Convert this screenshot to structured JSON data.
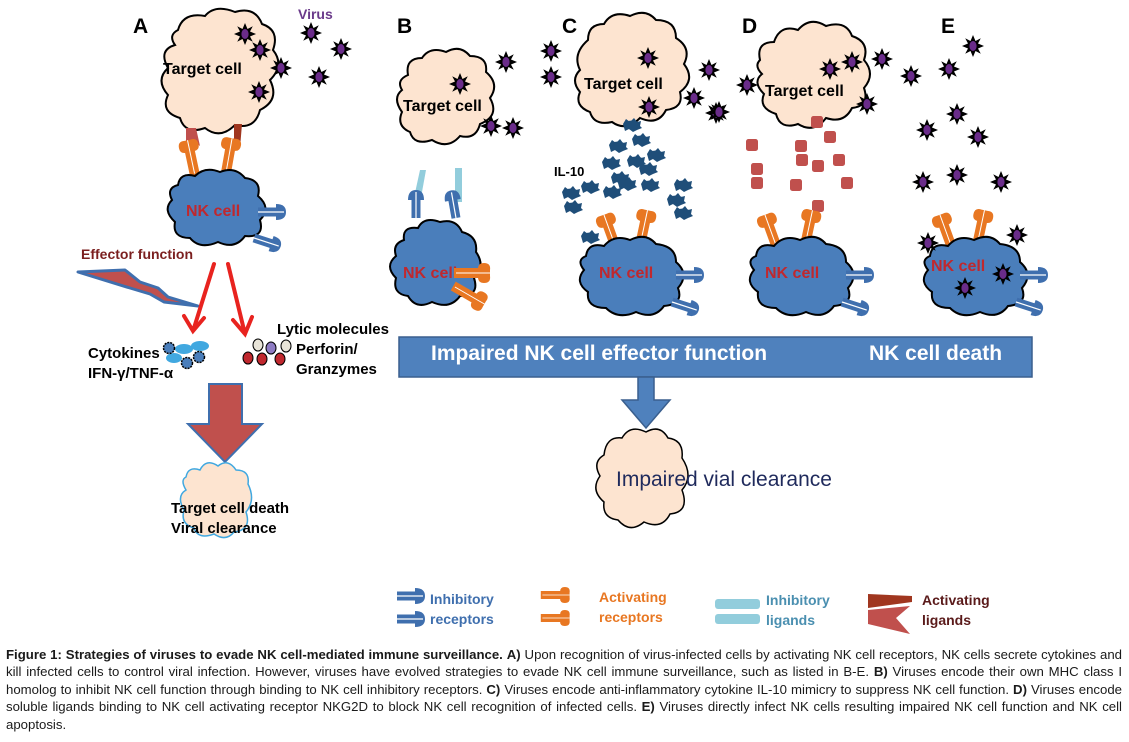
{
  "panels": {
    "A": {
      "letter": "A",
      "virus_label": "Virus",
      "target_cell": "Target cell",
      "nk_cell": "NK cell",
      "effector_function": "Effector function",
      "cytokines": "Cytokines",
      "cytokine_types": "IFN-γ/TNF-α",
      "lytic_molecules": "Lytic molecules",
      "perforin": "Perforin/",
      "granzymes": "Granzymes",
      "outcome_line1": "Target cell death",
      "outcome_line2": "Viral clearance"
    },
    "B": {
      "letter": "B",
      "target_cell": "Target cell",
      "nk_cell": "NK cell"
    },
    "C": {
      "letter": "C",
      "target_cell": "Target cell",
      "nk_cell": "NK cell",
      "il10_label": "IL-10"
    },
    "D": {
      "letter": "D",
      "target_cell": "Target cell",
      "nk_cell": "NK cell"
    },
    "E": {
      "letter": "E",
      "nk_cell": "NK cell"
    }
  },
  "summary_bar": {
    "impaired_function": "Impaired NK cell effector function",
    "cell_death": "NK cell death"
  },
  "impaired_clearance": "Impaired vial clearance",
  "legend": {
    "inhibitory_receptors": [
      "Inhibitory",
      "receptors"
    ],
    "activating_receptors": [
      "Activating",
      "receptors"
    ],
    "inhibitory_ligands": [
      "Inhibitory",
      "ligands"
    ],
    "activating_ligands": [
      "Activating",
      "ligands"
    ]
  },
  "colors": {
    "target_cell_fill": "#fde4d0",
    "nk_cell_fill": "#4a7ebb",
    "nk_label": "#c0282e",
    "virus_fill": "#6a2c8a",
    "activating_receptor": "#e87722",
    "inhibitory_receptor": "#3f6fae",
    "inhibitory_ligand": "#92cddc",
    "activating_ligand_dark": "#a0361f",
    "activating_ligand_light": "#c0504d",
    "summary_bar": "#4f81bd",
    "big_arrow_red": "#c0504d",
    "effector_arrow": "#e8231f",
    "soluble_ligand": "#c0504d",
    "il10": "#1f4e79"
  },
  "caption": {
    "title": "Figure 1: Strategies of viruses to evade NK cell-mediated immune surveillance.",
    "A_label": "A)",
    "A_text": " Upon recognition of virus-infected cells by activating NK cell receptors, NK cells secrete cytokines and kill infected cells to control viral infection. However, viruses have evolved strategies to evade NK cell immune surveillance, such as listed in B-E. ",
    "B_label": "B)",
    "B_text": " Viruses encode their own MHC class I homolog to inhibit NK cell function through binding to NK cell inhibitory receptors. ",
    "C_label": "C)",
    "C_text": " Viruses encode anti-inflammatory cytokine IL-10 mimicry to suppress NK cell function. ",
    "D_label": "D)",
    "D_text": " Viruses encode soluble ligands binding to NK cell activating receptor NKG2D to block NK cell recognition of infected cells. ",
    "E_label": "E)",
    "E_text": " Viruses directly infect NK cells resulting impaired NK cell function and NK cell apoptosis."
  }
}
